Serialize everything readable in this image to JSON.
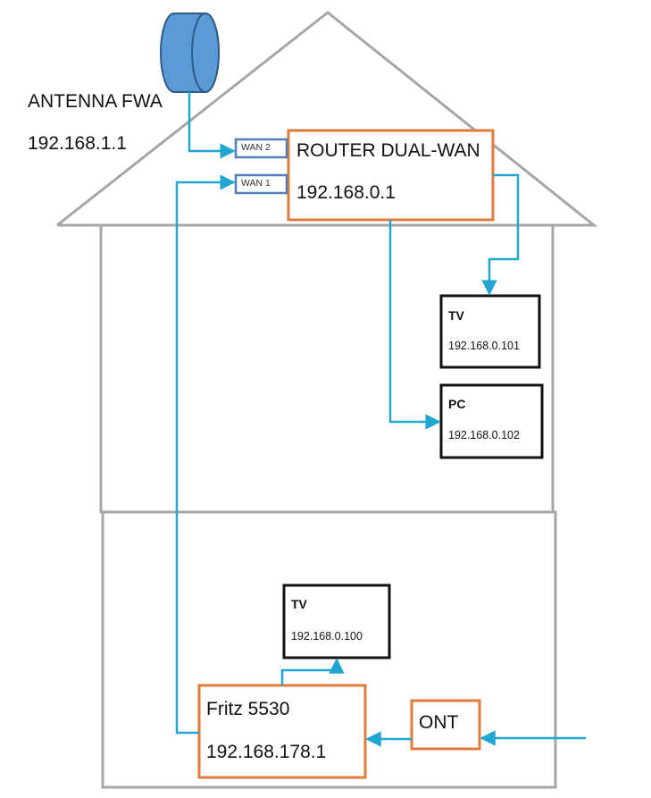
{
  "antenna": {
    "title": "ANTENNA FWA",
    "ip": "192.168.1.1"
  },
  "router": {
    "title": "ROUTER DUAL-WAN",
    "ip": "192.168.0.1",
    "ports": {
      "wan2": "WAN 2",
      "wan1": "WAN 1"
    }
  },
  "tv_upstairs": {
    "title": "TV",
    "ip": "192.168.0.101"
  },
  "pc": {
    "title": "PC",
    "ip": "192.168.0.102"
  },
  "tv_downstairs": {
    "title": "TV",
    "ip": "192.168.0.100"
  },
  "fritz": {
    "title": "Fritz 5530",
    "ip": "192.168.178.1"
  },
  "ont": {
    "title": "ONT"
  },
  "colors": {
    "wire": "#21a6d4",
    "house": "#a6a6a6",
    "device_border": "#e07b39",
    "port_border": "#4f7fb5",
    "antenna_fill": "#5b9bd5"
  }
}
